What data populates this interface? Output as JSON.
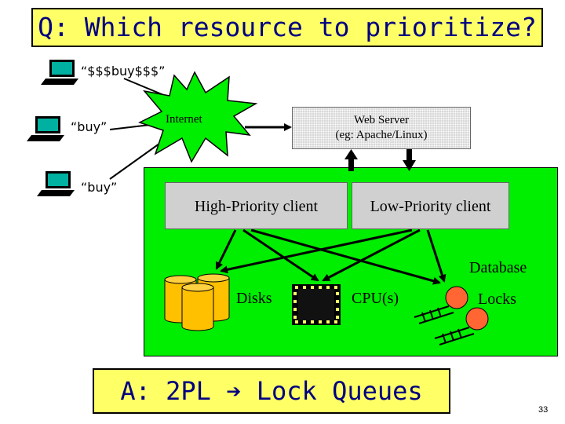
{
  "title": "Q: Which resource to prioritize?",
  "clients": [
    {
      "label": "“$$$buy$$$”"
    },
    {
      "label": "“buy”"
    },
    {
      "label": "“buy”"
    }
  ],
  "internet": {
    "label": "Internet"
  },
  "web_server": {
    "line1": "Web Server",
    "line2": "(eg: Apache/Linux)"
  },
  "high_priority": {
    "label": "High-Priority client"
  },
  "low_priority": {
    "label": "Low-Priority client"
  },
  "database": {
    "label": "Database"
  },
  "resources": {
    "disks": "Disks",
    "cpu": "CPU(s)",
    "locks": "Locks"
  },
  "answer": {
    "prefix": "A: 2PL",
    "arrow": "➔",
    "suffix": "Lock Queues"
  },
  "page_number": "33",
  "colors": {
    "title_bg": "#ffff66",
    "title_text": "#000080",
    "db_bg": "#00ee00",
    "disk": "#ffc000",
    "lock": "#ff6633"
  }
}
